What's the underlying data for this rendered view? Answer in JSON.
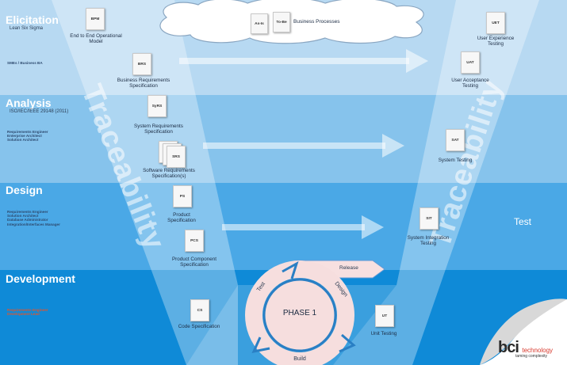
{
  "phases": {
    "elicitation": {
      "title": "Elicitation",
      "subtitle": "Lean Six Sigma",
      "roles": [
        "SMEs / Business BA"
      ]
    },
    "analysis": {
      "title": "Analysis",
      "subtitle": "ISO/IEC/IEEE 29148 (2011)",
      "roles": [
        "Requirements Engineer",
        "Enterprise Architect",
        "Solution Architect"
      ]
    },
    "design": {
      "title": "Design",
      "roles": [
        "Requirements Engineer",
        "Solution Architect",
        "Database Administrator",
        "Integration/Interfaces Manager"
      ]
    },
    "development": {
      "title": "Development",
      "roles": [
        "Requirements Engineer",
        "Development Lead"
      ]
    }
  },
  "cloud": {
    "label": "Business Processes",
    "doc1": "As-Is",
    "doc2": "To-Be"
  },
  "left_docs": [
    {
      "code": "BPM",
      "caption": "End to End Operational\nModel"
    },
    {
      "code": "BRS",
      "caption": "Business Requirements\nSpecification"
    },
    {
      "code": "SyRS",
      "caption": "System Requirements\nSpecification"
    },
    {
      "code": "SRS",
      "caption": "Software Requirements\nSpecification(s)"
    },
    {
      "code": "PS",
      "caption": "Product\nSpecification"
    },
    {
      "code": "PCS",
      "caption": "Product Component\nSpecification"
    },
    {
      "code": "CS",
      "caption": "Code Specification"
    }
  ],
  "right_docs": [
    {
      "code": "UET",
      "caption": "User Experience\nTesting"
    },
    {
      "code": "UAT",
      "caption": "User Acceptance\nTesting"
    },
    {
      "code": "SAT",
      "caption": "System Testing"
    },
    {
      "code": "SIT",
      "caption": "System Integration\nTesting"
    },
    {
      "code": "UT",
      "caption": "Unit Testing"
    }
  ],
  "traceability": "Traceability",
  "test_label": "Test",
  "cycle": {
    "center": "PHASE 1",
    "test": "Test",
    "design": "Design",
    "build": "Build",
    "release": "Release"
  },
  "logo": {
    "mark": "bci",
    "word": "technology",
    "tagline": "taming complexity"
  }
}
